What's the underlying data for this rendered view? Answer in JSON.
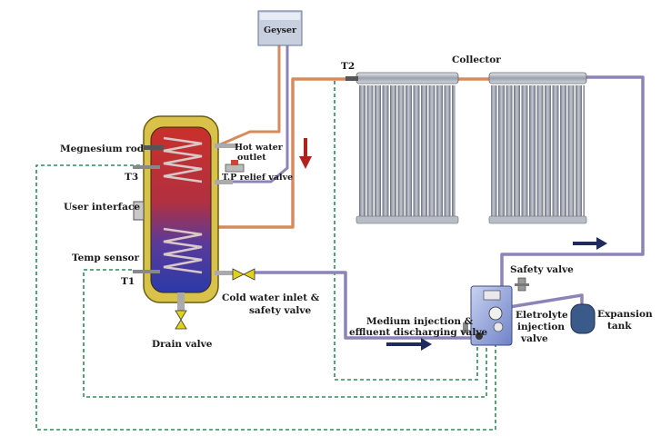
{
  "labels": {
    "geyser": "Geyser",
    "collector": "Collector",
    "t2": "T2",
    "magnesium_rod": "Megnesium rod",
    "t3": "T3",
    "hot_water_outlet_line1": "Hot water",
    "hot_water_outlet_line2": "outlet",
    "tp_relief_valve": "T.P  relief valve",
    "user_interface": "User interface",
    "temp_sensor": "Temp sensor",
    "t1": "T1",
    "cold_water_inlet_line1": "Cold water inlet &",
    "cold_water_inlet_line2": "safety valve",
    "drain_valve": "Drain valve",
    "medium_injection_line1": "Medium injection &",
    "medium_injection_line2": "effluent discharging valve",
    "safety_valve": "Safety  valve",
    "electrolyte_line1": "Eletrolyte",
    "electrolyte_line2": "injection",
    "electrolyte_line3": "valve",
    "expansion_line1": "Expansion",
    "expansion_line2": "tank"
  },
  "colors": {
    "hot_pipe": "#d98a5c",
    "return_pipe": "#8c84b8",
    "sensor_wire": "#2e8b57",
    "tank_shell": "#d8c24a",
    "tank_hot": "#c8322a",
    "tank_cold": "#3b3aa8",
    "flow_arrow_down": "#b0231d",
    "flow_arrow": "#1f2a60",
    "valve_yellow": "#e0d21a",
    "controller_blue": "#7d8fd0",
    "expansion_tank": "#3a5a8a",
    "collector_tube": "#8a8fa0"
  },
  "icons": [
    "geyser-icon",
    "storage-tank-icon",
    "collector-panel-icon",
    "pump-station-icon",
    "expansion-tank-icon",
    "valve-icon",
    "flow-arrow-icon"
  ]
}
